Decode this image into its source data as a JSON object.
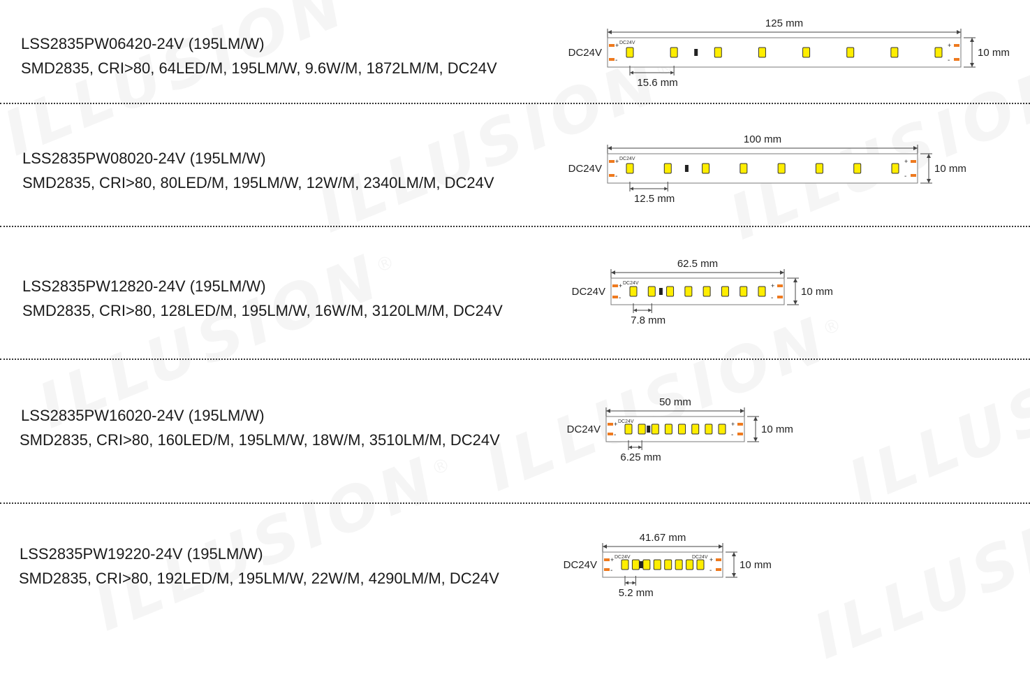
{
  "colors": {
    "led_fill": "#ffee00",
    "led_stroke": "#333333",
    "pad": "#ee7a1f",
    "strip_border": "#7a7a7a",
    "dim_line": "#444444",
    "resistor": "#222222",
    "watermark": "#000000"
  },
  "watermark": {
    "text": "ILLUSION",
    "mark": "®"
  },
  "products": [
    {
      "title": "LSS2835PW06420-24V (195LM/W)",
      "specs": "SMD2835, CRI>80, 64LED/M, 195LM/W, 9.6W/M, 1872LM/M, DC24V",
      "diagram": {
        "voltage_label": "DC24V",
        "pcb_text_left": "DC24V",
        "pcb_text_right": "",
        "length_label": "125 mm",
        "width_label": "10 mm",
        "pitch_label": "15.6 mm",
        "plus": "+",
        "minus": "-",
        "led_count": 8,
        "resistor_after_led": 2
      }
    },
    {
      "title": "LSS2835PW08020-24V (195LM/W)",
      "specs": "SMD2835, CRI>80, 80LED/M, 195LM/W, 12W/M, 2340LM/M, DC24V",
      "diagram": {
        "voltage_label": "DC24V",
        "pcb_text_left": "DC24V",
        "pcb_text_right": "",
        "length_label": "100 mm",
        "width_label": "10 mm",
        "pitch_label": "12.5 mm",
        "plus": "+",
        "minus": "-",
        "led_count": 8,
        "resistor_after_led": 2
      }
    },
    {
      "title": "LSS2835PW12820-24V (195LM/W)",
      "specs": "SMD2835, CRI>80, 128LED/M, 195LM/W, 16W/M, 3120LM/M, DC24V",
      "diagram": {
        "voltage_label": "DC24V",
        "pcb_text_left": "DC24V",
        "pcb_text_right": "",
        "length_label": "62.5 mm",
        "width_label": "10 mm",
        "pitch_label": "7.8 mm",
        "plus": "+",
        "minus": "-",
        "led_count": 8,
        "resistor_after_led": 2
      }
    },
    {
      "title": "LSS2835PW16020-24V (195LM/W)",
      "specs": "SMD2835, CRI>80, 160LED/M, 195LM/W, 18W/M, 3510LM/M, DC24V",
      "diagram": {
        "voltage_label": "DC24V",
        "pcb_text_left": "DC24V",
        "pcb_text_right": "",
        "length_label": "50 mm",
        "width_label": "10 mm",
        "pitch_label": "6.25 mm",
        "plus": "+",
        "minus": "-",
        "led_count": 8,
        "resistor_after_led": 2
      }
    },
    {
      "title": "LSS2835PW19220-24V (195LM/W)",
      "specs": "SMD2835, CRI>80, 192LED/M, 195LM/W, 22W/M, 4290LM/M, DC24V",
      "diagram": {
        "voltage_label": "DC24V",
        "pcb_text_left": "DC24V",
        "pcb_text_right": "DC24V",
        "length_label": "41.67 mm",
        "width_label": "10 mm",
        "pitch_label": "5.2 mm",
        "plus": "+",
        "minus": "-",
        "led_count": 8,
        "resistor_after_led": 2
      }
    }
  ]
}
